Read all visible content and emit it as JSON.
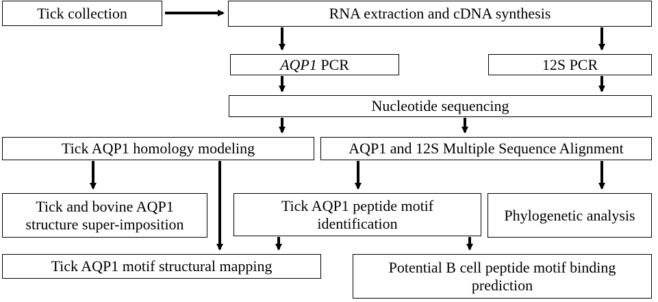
{
  "nodes": {
    "tick_collection": "Tick collection",
    "rna_extraction": "RNA extraction and cDNA synthesis",
    "aqp1_pcr_gene": "AQP1",
    "aqp1_pcr_suffix": " PCR",
    "s12_pcr": "12S PCR",
    "nucleotide_sequencing": "Nucleotide sequencing",
    "homology_modeling": "Tick AQP1 homology modeling",
    "msa": "AQP1 and 12S Multiple Sequence Alignment",
    "superimposition_line1": "Tick and bovine AQP1",
    "superimposition_line2": "structure super-imposition",
    "motif_id_line1": "Tick AQP1 peptide motif",
    "motif_id_line2": "identification",
    "phylogenetic": "Phylogenetic analysis",
    "structural_mapping": "Tick AQP1 motif structural mapping",
    "bcell_line1": "Potential B cell peptide motif binding",
    "bcell_line2": "prediction"
  },
  "edges": [
    {
      "from": "tick_collection",
      "to": "rna_extraction"
    },
    {
      "from": "rna_extraction",
      "to": "aqp1_pcr"
    },
    {
      "from": "rna_extraction",
      "to": "s12_pcr"
    },
    {
      "from": "aqp1_pcr",
      "to": "nucleotide_sequencing"
    },
    {
      "from": "s12_pcr",
      "to": "nucleotide_sequencing"
    },
    {
      "from": "nucleotide_sequencing",
      "to": "homology_modeling"
    },
    {
      "from": "nucleotide_sequencing",
      "to": "msa"
    },
    {
      "from": "homology_modeling",
      "to": "superimposition"
    },
    {
      "from": "homology_modeling",
      "to": "structural_mapping"
    },
    {
      "from": "msa",
      "to": "motif_id"
    },
    {
      "from": "msa",
      "to": "phylogenetic"
    },
    {
      "from": "motif_id",
      "to": "structural_mapping"
    },
    {
      "from": "motif_id",
      "to": "bcell_prediction"
    }
  ]
}
